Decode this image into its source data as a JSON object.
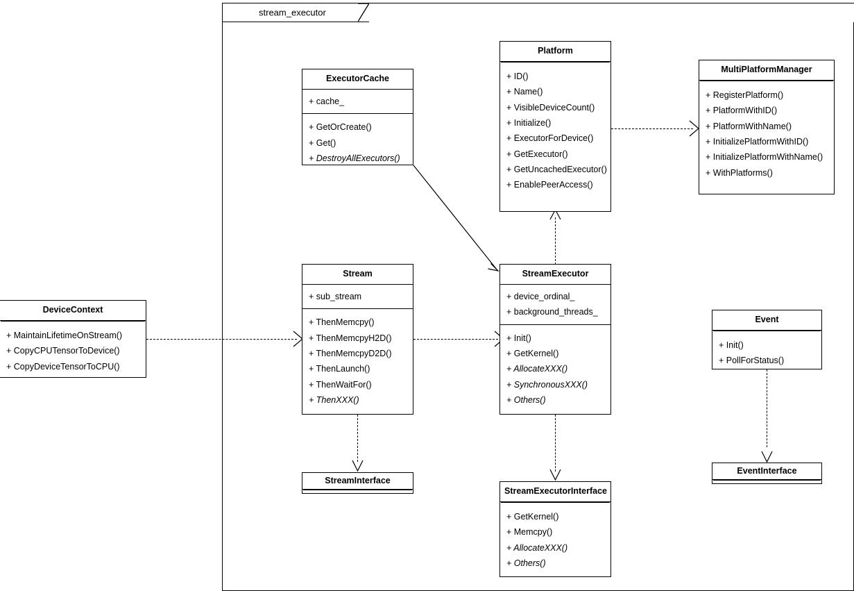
{
  "diagram": {
    "kind": "uml-class-diagram",
    "package": {
      "label": "stream_executor"
    }
  },
  "classes": {
    "executor_cache": {
      "name": "ExecutorCache",
      "attributes": [
        "+ cache_"
      ],
      "methods": [
        {
          "label": "+ GetOrCreate()",
          "abstract": false
        },
        {
          "label": "+ Get()",
          "abstract": false
        },
        {
          "label": "+ DestroyAllExecutors()",
          "abstract": true
        }
      ]
    },
    "platform": {
      "name": "Platform",
      "attributes": [],
      "methods": [
        {
          "label": "+ ID()",
          "abstract": false
        },
        {
          "label": "+ Name()",
          "abstract": false
        },
        {
          "label": "+ VisibleDeviceCount()",
          "abstract": false
        },
        {
          "label": "+ Initialize()",
          "abstract": false
        },
        {
          "label": "+ ExecutorForDevice()",
          "abstract": false
        },
        {
          "label": "+ GetExecutor()",
          "abstract": false
        },
        {
          "label": "+ GetUncachedExecutor()",
          "abstract": false
        },
        {
          "label": "+ EnablePeerAccess()",
          "abstract": false
        }
      ]
    },
    "multi_platform_manager": {
      "name": "MultiPlatformManager",
      "attributes": [],
      "methods": [
        {
          "label": "+ RegisterPlatform()",
          "abstract": false
        },
        {
          "label": "+ PlatformWithID()",
          "abstract": false
        },
        {
          "label": "+ PlatformWithName()",
          "abstract": false
        },
        {
          "label": "+ InitializePlatformWithID()",
          "abstract": false
        },
        {
          "label": "+ InitializePlatformWithName()",
          "abstract": false
        },
        {
          "label": "+ WithPlatforms()",
          "abstract": false
        }
      ]
    },
    "stream": {
      "name": "Stream",
      "attributes": [
        "+ sub_stream"
      ],
      "methods": [
        {
          "label": "+ ThenMemcpy()",
          "abstract": false
        },
        {
          "label": "+ ThenMemcpyH2D()",
          "abstract": false
        },
        {
          "label": "+ ThenMemcpyD2D()",
          "abstract": false
        },
        {
          "label": "+ ThenLaunch()",
          "abstract": false
        },
        {
          "label": "+ ThenWaitFor()",
          "abstract": false
        },
        {
          "label": "+ ThenXXX()",
          "abstract": true
        }
      ]
    },
    "stream_executor": {
      "name": "StreamExecutor",
      "attributes": [
        "+ device_ordinal_",
        "+ background_threads_"
      ],
      "methods": [
        {
          "label": "+ Init()",
          "abstract": false
        },
        {
          "label": "+ GetKernel()",
          "abstract": false
        },
        {
          "label": "+ AllocateXXX()",
          "abstract": true
        },
        {
          "label": "+ SynchronousXXX()",
          "abstract": true
        },
        {
          "label": "+ Others()",
          "abstract": true
        }
      ]
    },
    "device_context": {
      "name": "DeviceContext",
      "attributes": [],
      "methods": [
        {
          "label": "+ MaintainLifetimeOnStream()",
          "abstract": false
        },
        {
          "label": "+ CopyCPUTensorToDevice()",
          "abstract": false
        },
        {
          "label": "+ CopyDeviceTensorToCPU()",
          "abstract": false
        }
      ]
    },
    "event": {
      "name": "Event",
      "attributes": [],
      "methods": [
        {
          "label": "+ Init()",
          "abstract": false
        },
        {
          "label": "+ PollForStatus()",
          "abstract": false
        }
      ]
    },
    "stream_interface": {
      "name": "StreamInterface",
      "attributes": [],
      "methods": []
    },
    "stream_executor_interface": {
      "name": "StreamExecutorInterface",
      "attributes": [],
      "methods": [
        {
          "label": "+ GetKernel()",
          "abstract": false
        },
        {
          "label": "+ Memcpy()",
          "abstract": false
        },
        {
          "label": "+ AllocateXXX()",
          "abstract": true
        },
        {
          "label": "+ Others()",
          "abstract": true
        }
      ]
    },
    "event_interface": {
      "name": "EventInterface",
      "attributes": [],
      "methods": []
    }
  },
  "connectors": [
    {
      "name": "executor-cache-to-stream-executor",
      "style": "solid",
      "from": "ExecutorCache",
      "to": "StreamExecutor"
    },
    {
      "name": "stream-executor-to-platform",
      "style": "dashed",
      "from": "StreamExecutor",
      "to": "Platform"
    },
    {
      "name": "platform-to-multi-platform-manager",
      "style": "dashed",
      "from": "Platform",
      "to": "MultiPlatformManager"
    },
    {
      "name": "device-context-to-stream",
      "style": "dashed",
      "from": "DeviceContext",
      "to": "Stream"
    },
    {
      "name": "stream-to-stream-executor",
      "style": "dashed",
      "from": "Stream",
      "to": "StreamExecutor"
    },
    {
      "name": "stream-to-stream-interface",
      "style": "dashed",
      "from": "Stream",
      "to": "StreamInterface"
    },
    {
      "name": "stream-executor-to-stream-executor-interface",
      "style": "dashed",
      "from": "StreamExecutor",
      "to": "StreamExecutorInterface"
    },
    {
      "name": "event-to-event-interface",
      "style": "dashed",
      "from": "Event",
      "to": "EventInterface"
    }
  ],
  "colors": {
    "stroke": "#000000",
    "background": "#ffffff"
  }
}
